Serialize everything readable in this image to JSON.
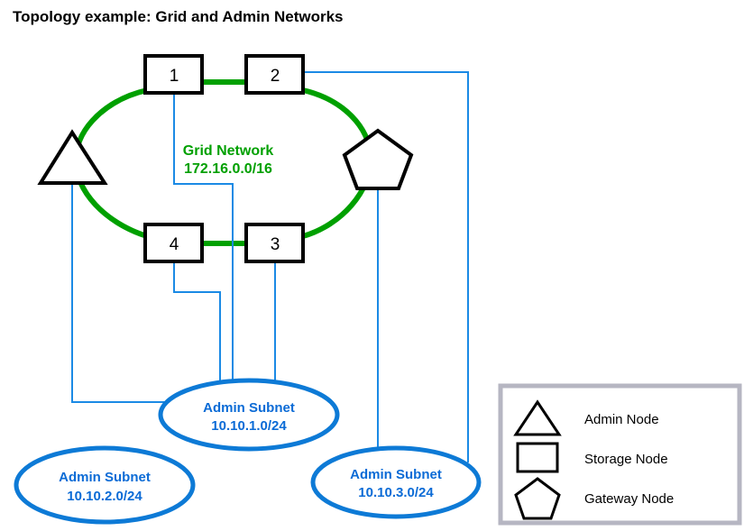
{
  "title": "Topology example: Grid and Admin Networks",
  "colors": {
    "grid_network_green": "#00a000",
    "admin_blue": "#0d7ad6",
    "connector_blue": "#1b8ae5",
    "node_outline": "#000000",
    "legend_border": "#b6b6c2",
    "background": "#ffffff"
  },
  "grid_network": {
    "name": "Grid Network",
    "cidr": "172.16.0.0/16"
  },
  "nodes": [
    {
      "id": "node-1",
      "label": "1",
      "type": "storage-node"
    },
    {
      "id": "node-2",
      "label": "2",
      "type": "storage-node"
    },
    {
      "id": "node-3",
      "label": "3",
      "type": "storage-node"
    },
    {
      "id": "node-4",
      "label": "4",
      "type": "storage-node"
    },
    {
      "id": "admin-node",
      "label": "",
      "type": "admin-node"
    },
    {
      "id": "gateway-node",
      "label": "",
      "type": "gateway-node"
    }
  ],
  "subnets": [
    {
      "id": "admin-subnet-1",
      "name": "Admin Subnet",
      "cidr": "10.10.1.0/24"
    },
    {
      "id": "admin-subnet-2",
      "name": "Admin Subnet",
      "cidr": "10.10.2.0/24"
    },
    {
      "id": "admin-subnet-3",
      "name": "Admin Subnet",
      "cidr": "10.10.3.0/24"
    }
  ],
  "legend": {
    "items": [
      {
        "shape": "triangle",
        "label": "Admin Node"
      },
      {
        "shape": "rectangle",
        "label": "Storage Node"
      },
      {
        "shape": "pentagon",
        "label": "Gateway Node"
      }
    ]
  }
}
